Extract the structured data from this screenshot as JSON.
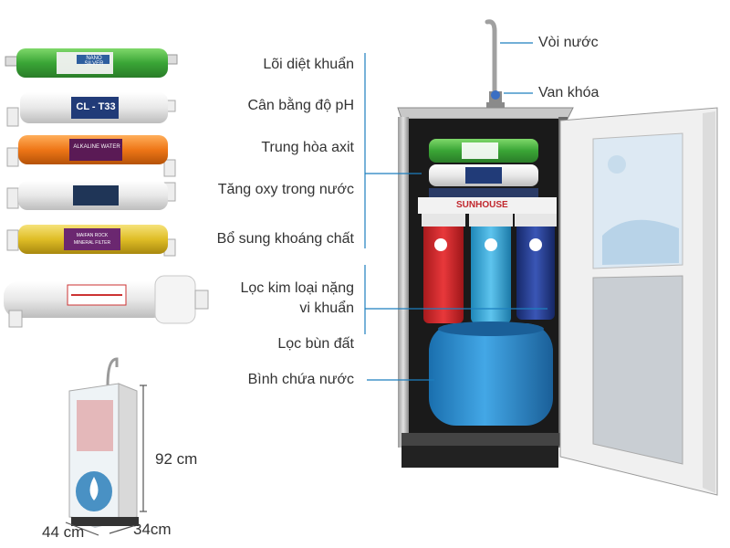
{
  "labels": {
    "loi_diet_khuan": "Lõi diệt khuẩn",
    "can_bang_ph": "Cân bằng độ pH",
    "trung_hoa_axit": "Trung hòa axit",
    "tang_oxy": "Tăng oxy trong nước",
    "bo_sung_khoang": "Bổ sung khoáng chất",
    "loc_kim_loai_1": "Lọc kim loại nặng",
    "loc_kim_loai_2": "vi khuẩn",
    "loc_bun_dat": "Lọc bùn đất",
    "binh_chua_nuoc": "Bình chứa nước",
    "voi_nuoc": "Vòi nước",
    "van_khoa": "Van khóa"
  },
  "dimensions": {
    "height": "92 cm",
    "width": "44 cm",
    "depth": "34cm"
  },
  "filters": [
    {
      "name": "nano-silver",
      "text": "NANO SILVER",
      "color": "#4db848"
    },
    {
      "name": "cl-t33",
      "text": "CL - T33",
      "color": "#eeeeee"
    },
    {
      "name": "alkaline",
      "text": "ALKALINE WATER",
      "color": "#f07e1e"
    },
    {
      "name": "oxygen",
      "text": "",
      "color": "#e6e6e6"
    },
    {
      "name": "mineral",
      "text": "MAIFAN ROCK MINERAL FILTER",
      "color": "#e6c632"
    }
  ],
  "product_texts": {
    "brand": "SUNHOUSE",
    "cartridge_label": "CL - T33"
  },
  "colors": {
    "accent_line": "#1d7fbf",
    "red_housing": "#d8282c",
    "cyan_housing": "#37a9d8",
    "navy_housing": "#1b3b8c",
    "tank": "#2a8fd0"
  }
}
